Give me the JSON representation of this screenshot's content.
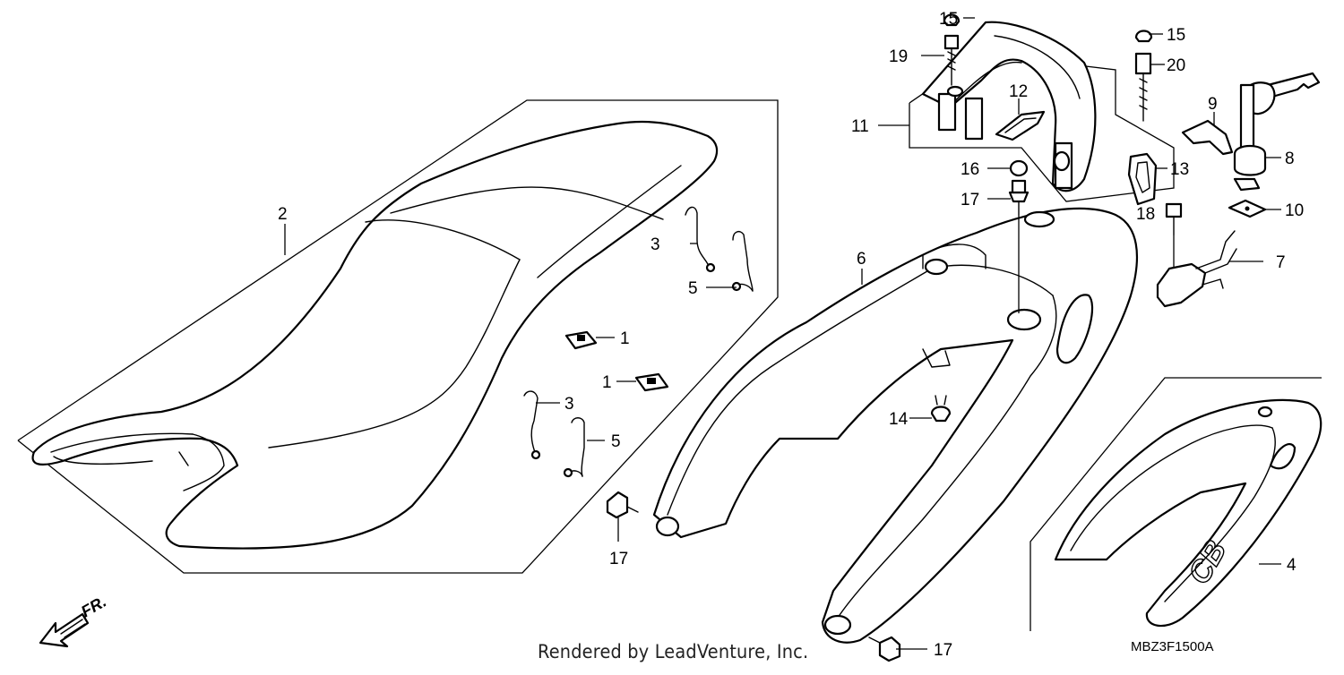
{
  "diagram": {
    "callouts": {
      "c1a": "1",
      "c1b": "1",
      "c2": "2",
      "c3a": "3",
      "c3b": "3",
      "c4": "4",
      "c5a": "5",
      "c5b": "5",
      "c6": "6",
      "c7": "7",
      "c8": "8",
      "c9": "9",
      "c10": "10",
      "c11": "11",
      "c12": "12",
      "c13": "13",
      "c14": "14",
      "c15a": "15",
      "c15b": "15",
      "c16": "16",
      "c17a": "17",
      "c17b": "17",
      "c17c": "17",
      "c18": "18",
      "c19": "19",
      "c20": "20"
    },
    "front_arrow_label": "FR.",
    "footer_text": "Rendered by LeadVenture, Inc.",
    "diagram_code": "MBZ3F1500A"
  }
}
